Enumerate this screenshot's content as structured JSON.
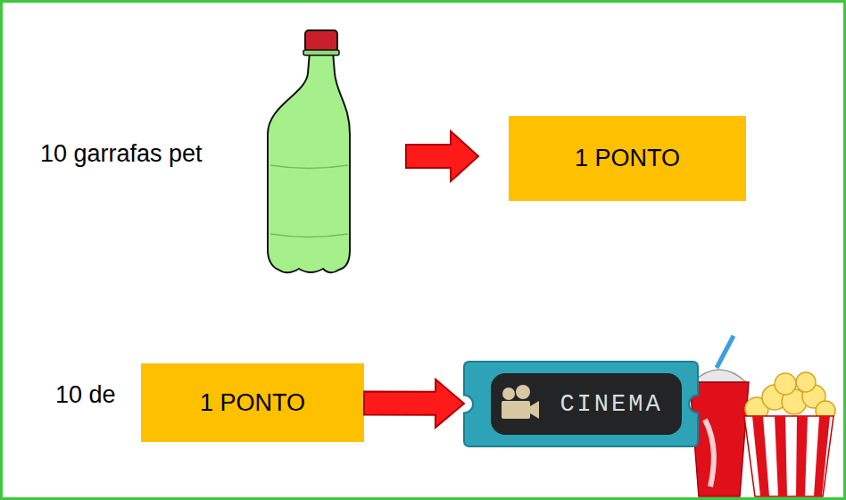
{
  "diagram": {
    "nodes": [
      {
        "text": [
          "1 PONTO"
        ]
      },
      {
        "text": [
          "1 PONTO"
        ]
      },
      {
        "text": [
          "CINEMA"
        ]
      }
    ],
    "edges": [
      {
        "from": 1,
        "to": 2,
        "arrow": "to"
      }
    ],
    "labels": [
      "10 garrafas pet",
      "10 de"
    ]
  }
}
